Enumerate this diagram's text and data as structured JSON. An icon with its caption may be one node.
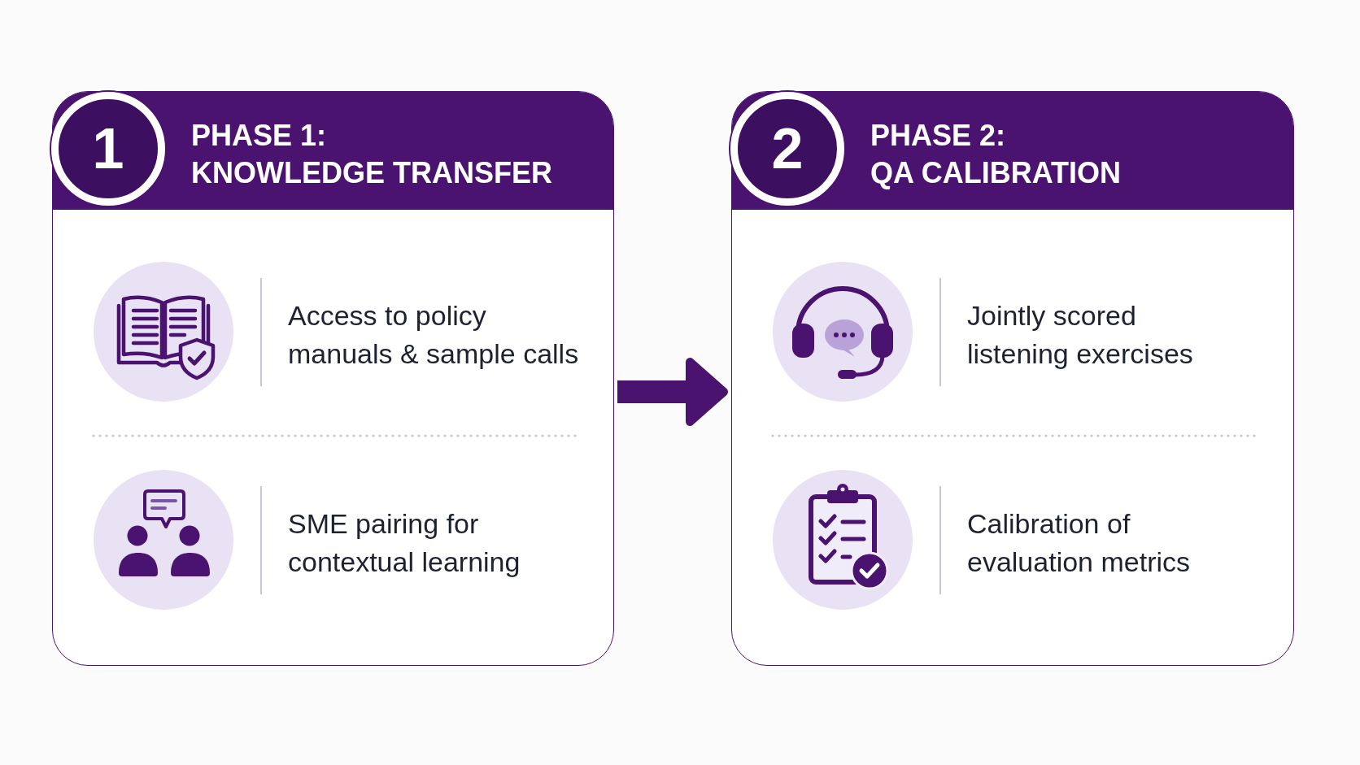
{
  "diagram": {
    "nodes": [
      {
        "text": [
          "PHASE 1:",
          "KNOWLEDGE TRANSFER",
          "Access to policy manuals & sample calls",
          "SME pairing for contextual learning"
        ]
      },
      {
        "text": [
          "1"
        ],
        "in": 0
      },
      {
        "text": [
          "PHASE 2:",
          "QA CALIBRATION",
          "Jointly scored listening exercises",
          "Calibration of evaluation metrics"
        ]
      },
      {
        "text": [
          "2"
        ],
        "in": 2
      }
    ],
    "edges": [
      {
        "from": 0,
        "to": 2,
        "arrow": "to"
      }
    ]
  }
}
